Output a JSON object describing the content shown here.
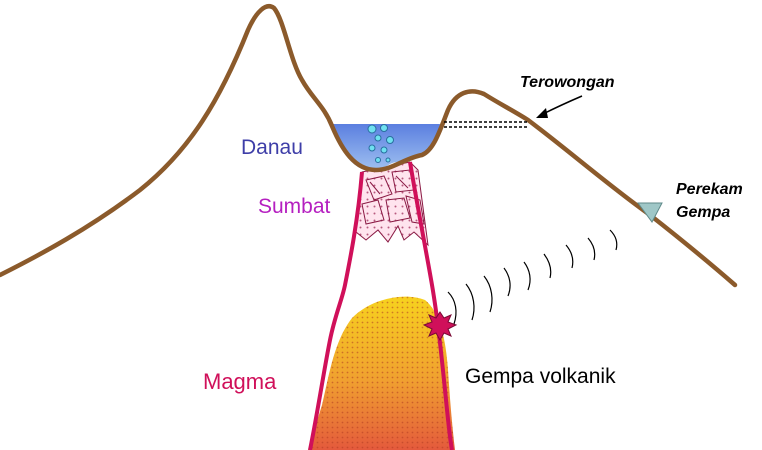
{
  "labels": {
    "danau": "Danau",
    "sumbat": "Sumbat",
    "magma": "Magma",
    "terowongan": "Terowongan",
    "perekam_line1": "Perekam",
    "perekam_line2": "Gempa",
    "gempa_volkanik": "Gempa volkanik"
  },
  "colors": {
    "mountain": "#8B5A2B",
    "conduit": "#D0105A",
    "lake": "#6F8FE0",
    "magma_top": "#F5C71A",
    "magma_bottom": "#E8603A",
    "sumbat_label": "#B51FC0",
    "danau_label": "#3E3EA8",
    "magma_label": "#D0105A",
    "seismometer": "#9FC7C7",
    "quake_star": "#D0105A"
  }
}
